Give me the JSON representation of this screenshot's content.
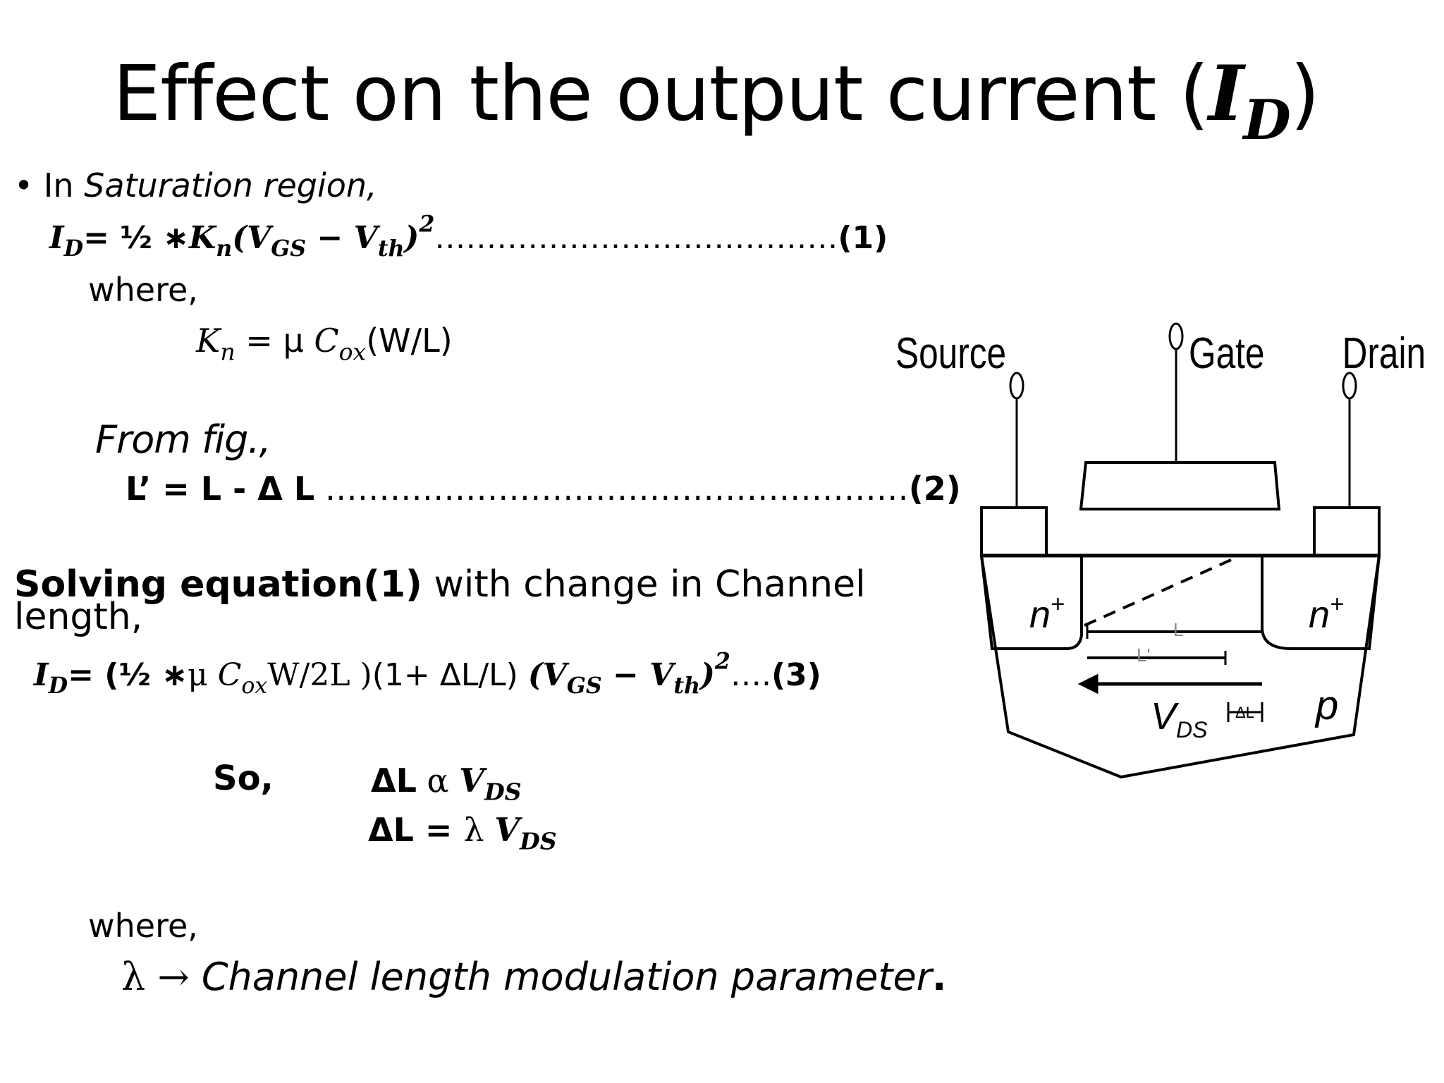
{
  "title": {
    "text": "Effect on the output current (",
    "var": "I",
    "sub": "D",
    "close": ")"
  },
  "bullet": {
    "symbol": "•",
    "lead": "In",
    "region": "Saturation region,"
  },
  "equation1": {
    "lhs": "I",
    "lhs_sub": "D",
    "rhs_a": "= ½ ∗",
    "k": "K",
    "k_sub": "n",
    "paren_open": "(",
    "vgs": "V",
    "vgs_sub": "GS",
    "minus": " − ",
    "vth": "V",
    "vth_sub": "th",
    "paren_close": ")",
    "power": "2",
    "dots": "…………………………………",
    "tag": "(1)"
  },
  "where1": "where,",
  "kn_def": {
    "k": "K",
    "k_sub": "n",
    "eq": " = μ ",
    "c": "C",
    "c_sub": "ox",
    "tail": "(W/L)"
  },
  "from_fig": "From fig.,",
  "equation2": {
    "expr": "L’ = L - Δ L",
    "dots": " ………………………………………………",
    "tag": "(2)"
  },
  "solving": {
    "bold": "Solving equation(1)",
    "rest": " with change in Channel length,"
  },
  "equation3": {
    "lhs": "I",
    "lhs_sub": "D",
    "part1": "= (½ ∗",
    "mu": "μ ",
    "c": "C",
    "c_sub": "ox",
    "w2l": "W/2L )",
    "part2": "(1+   ΔL/L) ",
    "paren_open": "(",
    "vgs": "V",
    "vgs_sub": "GS",
    "minus": " − ",
    "vth": "V",
    "vth_sub": "th",
    "paren_close": ")",
    "power": "2",
    "dots": "….",
    "tag": "(3)"
  },
  "so": "So,",
  "prop1": {
    "dl": "ΔL",
    "alpha": " α ",
    "v": "V",
    "v_sub": "DS"
  },
  "prop2": {
    "dl": "ΔL",
    "eq": " = ",
    "lambda": "λ ",
    "v": "V",
    "v_sub": "DS"
  },
  "where2": "where,",
  "lambda_def": {
    "sym": "λ → ",
    "text": "Channel length modulation parameter",
    "period": "."
  },
  "figure": {
    "source": "Source",
    "gate": "Gate",
    "drain": "Drain",
    "n_left": "n",
    "n_right": "n",
    "plus": "+",
    "l": "L",
    "l_prime": "L'",
    "vds": "V",
    "vds_sub": "DS",
    "delta_l": "ΔL",
    "p": "p"
  }
}
